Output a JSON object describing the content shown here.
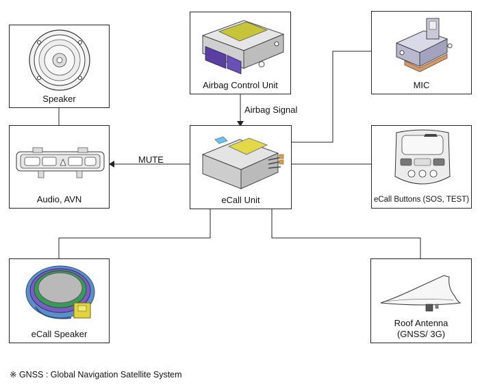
{
  "nodes": {
    "speaker": "Speaker",
    "airbag_control_unit": "Airbag Control Unit",
    "mic": "MIC",
    "audio_avn": "Audio, AVN",
    "ecall_unit": "eCall Unit",
    "ecall_buttons": "eCall Buttons (SOS, TEST)",
    "ecall_speaker": "eCall Speaker",
    "roof_antenna_line1": "Roof Antenna",
    "roof_antenna_line2": "(GNSS/ 3G)"
  },
  "edges": {
    "airbag_signal": "Airbag Signal",
    "mute": "MUTE"
  },
  "footnote": "※ GNSS : Global Navigation Satellite System"
}
